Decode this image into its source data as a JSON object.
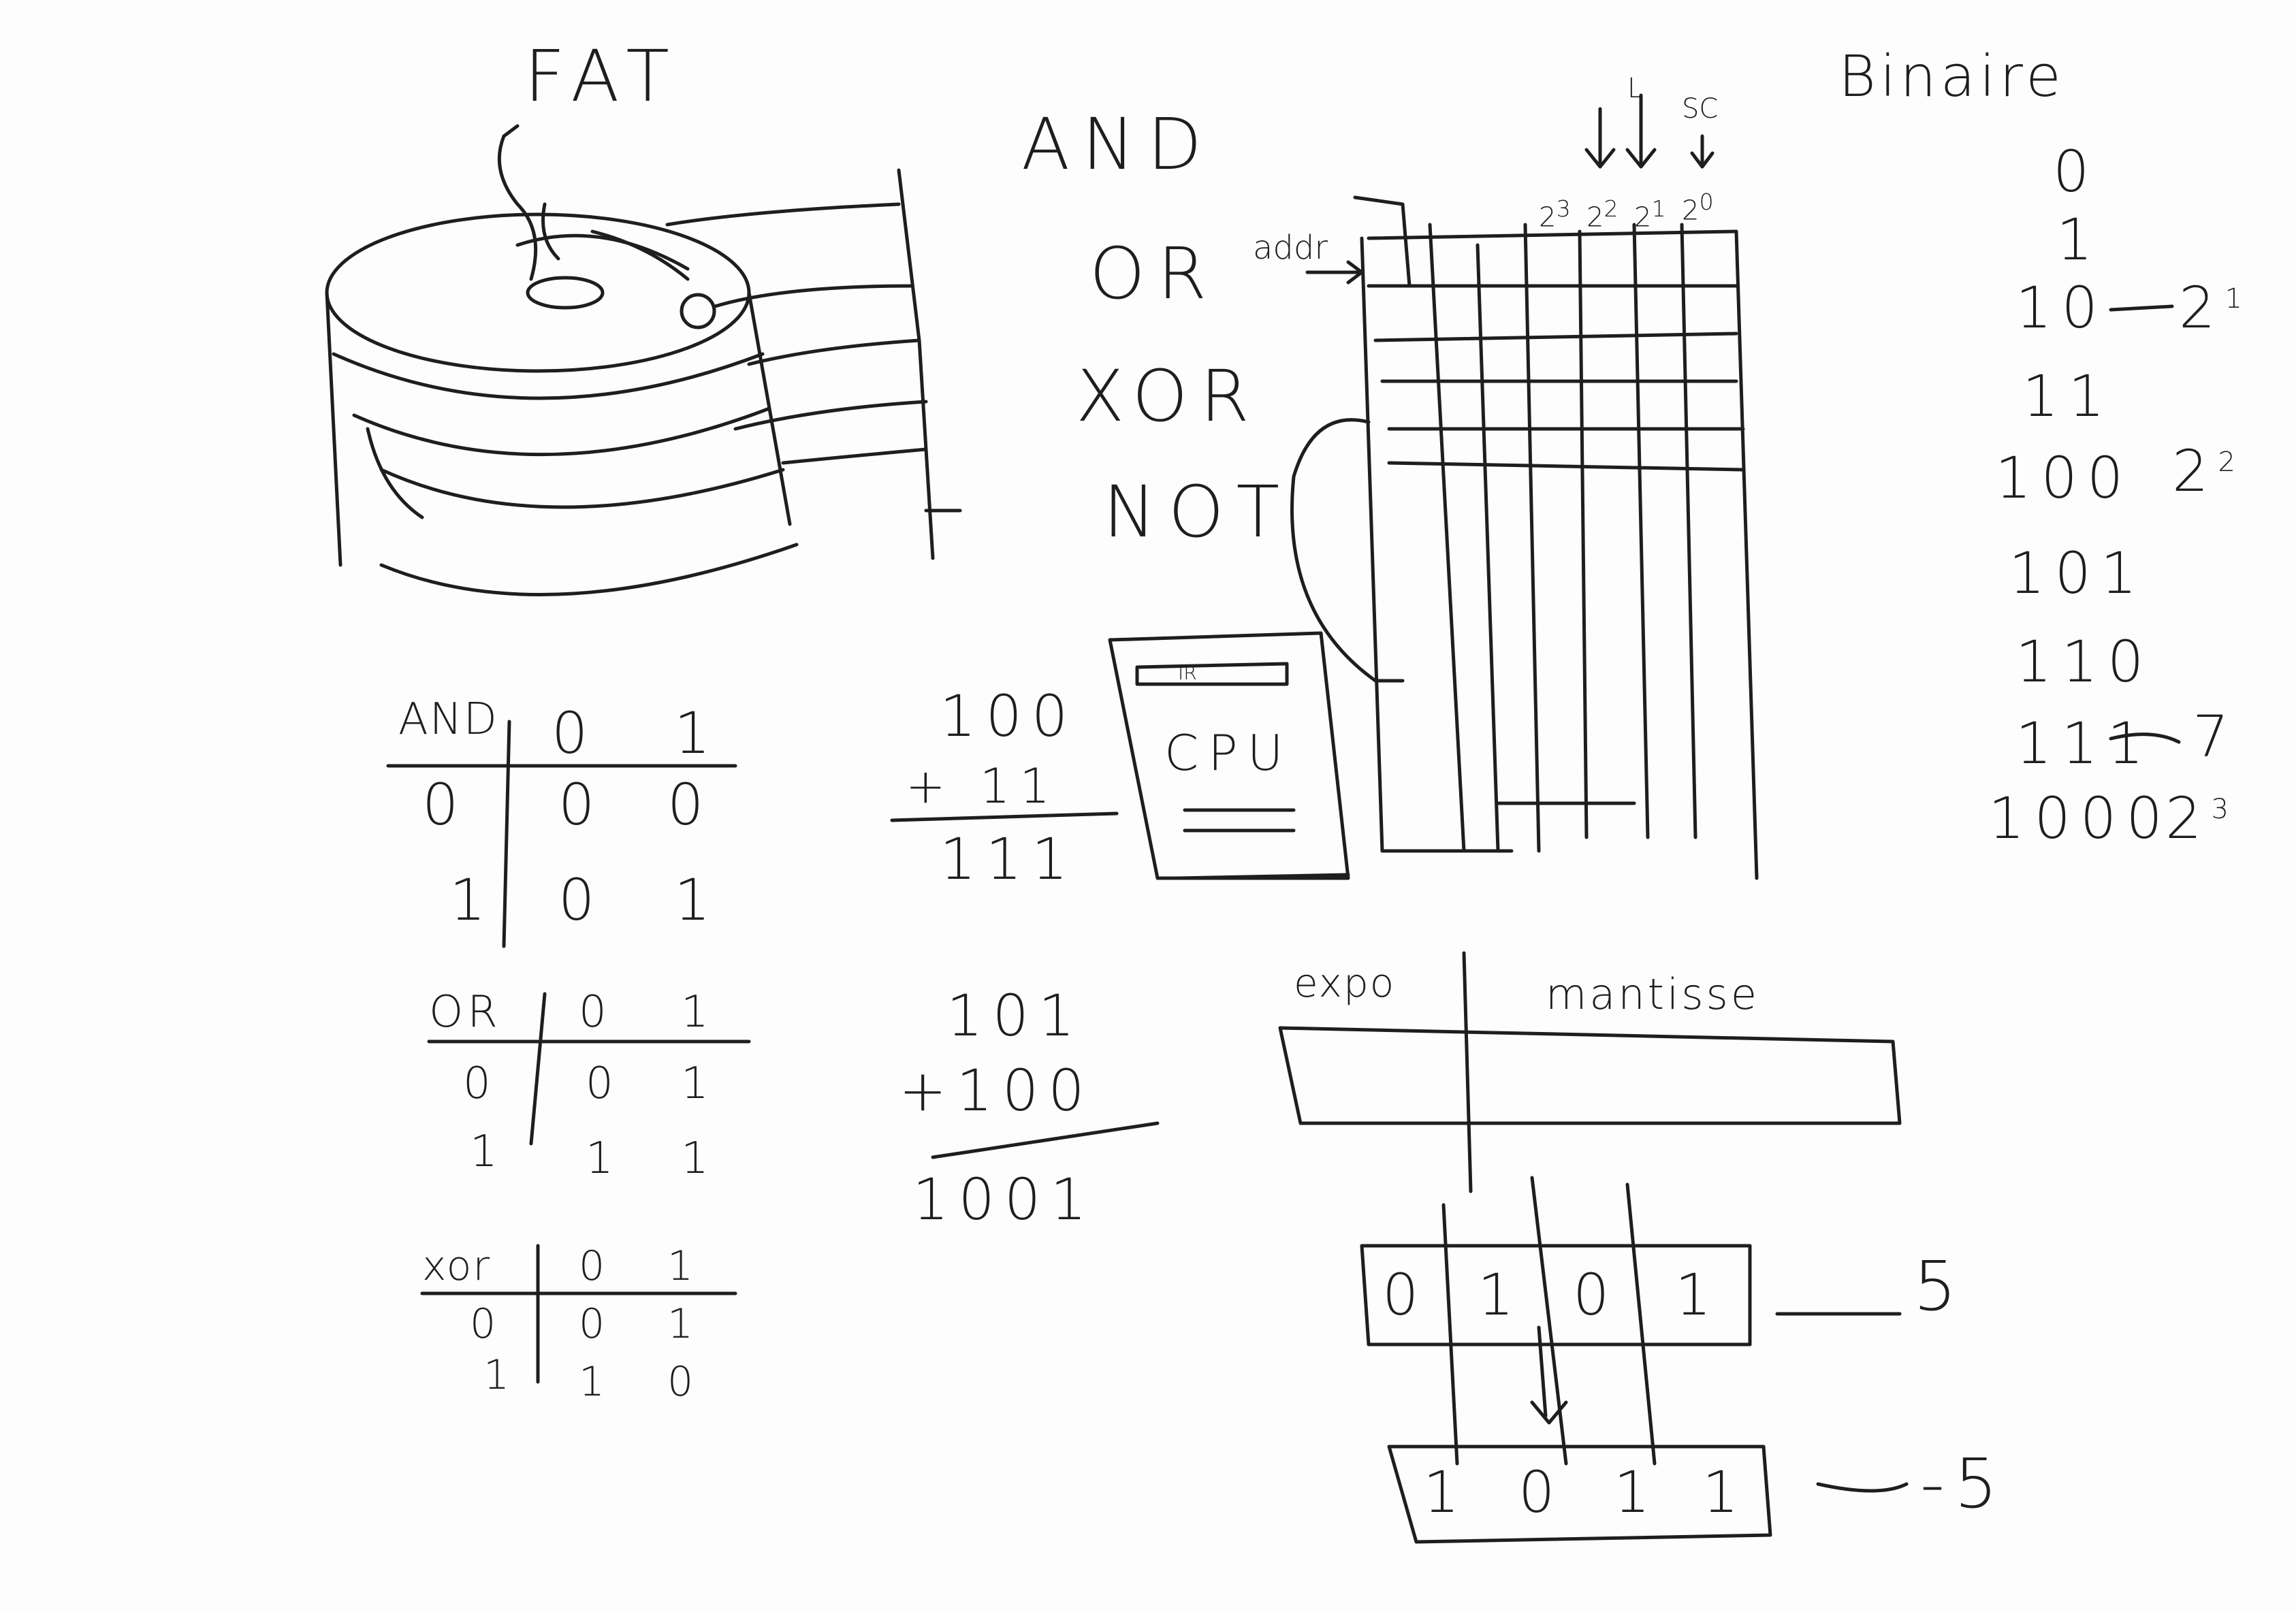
{
  "title_fat": "FAT",
  "gates": [
    "AND",
    "OR",
    "XOR",
    "NOT"
  ],
  "memory": {
    "label_addr": "addr",
    "label_sc": "SC",
    "label_l": "L",
    "powers": [
      "2",
      "3",
      "2",
      "2",
      "2",
      "1",
      "2",
      "0"
    ]
  },
  "cpu": {
    "label_ir": "IR",
    "label_cpu": "CPU"
  },
  "binary": {
    "title": "Binaire",
    "values": [
      "0",
      "1",
      "10",
      "11",
      "100",
      "101",
      "110",
      "111",
      "1000"
    ],
    "notes": {
      "10": "2",
      "10_exp": "1",
      "100": "2",
      "100_exp": "2",
      "111": "7",
      "1000": "2",
      "1000_exp": "3"
    }
  },
  "and_table": {
    "op": "AND",
    "cols": [
      "0",
      "1"
    ],
    "rows": [
      [
        "0",
        "0",
        "0"
      ],
      [
        "1",
        "0",
        "1"
      ]
    ]
  },
  "or_table": {
    "op": "OR",
    "cols": [
      "0",
      "1"
    ],
    "rows": [
      [
        "0",
        "0",
        "1"
      ],
      [
        "1",
        "1",
        "1"
      ]
    ]
  },
  "xor_table": {
    "op": "xor",
    "cols": [
      "0",
      "1"
    ],
    "rows": [
      [
        "0",
        "0",
        "1"
      ],
      [
        "1",
        "1",
        "0"
      ]
    ]
  },
  "addition1": {
    "a": "100",
    "b": "+ 11",
    "result": "111"
  },
  "addition2": {
    "a": "101",
    "b": "+100",
    "result": "1001"
  },
  "float": {
    "expo": "expo",
    "mantisse": "mantisse"
  },
  "bits_pos": {
    "bits": [
      "0",
      "1",
      "0",
      "1"
    ],
    "value": "5"
  },
  "bits_neg": {
    "bits": [
      "1",
      "0",
      "1",
      "1"
    ],
    "value": "-5"
  },
  "colors": {
    "ink": "#1e1e1e",
    "paper": "#fdfdfd"
  }
}
